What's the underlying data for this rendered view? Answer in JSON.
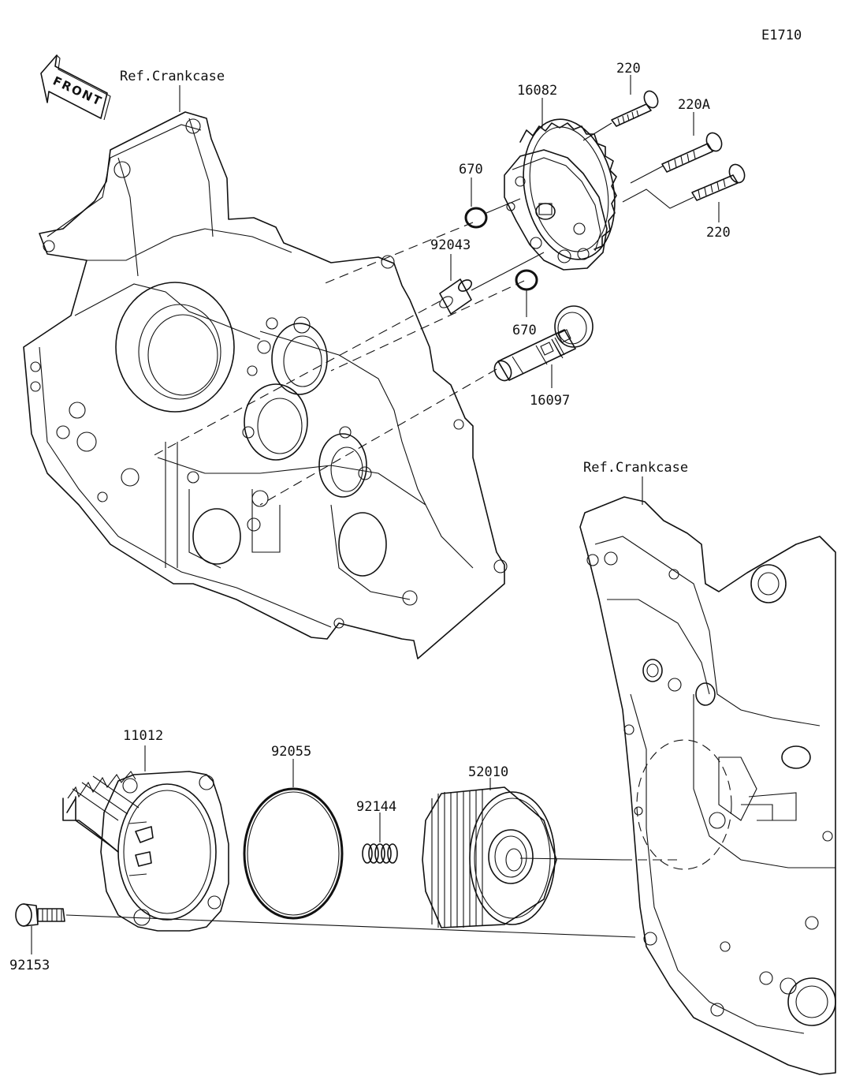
{
  "diagram_code": "E1710",
  "front_label": "FRONT",
  "refs": {
    "upper_crankcase": "Ref.Crankcase",
    "lower_crankcase": "Ref.Crankcase"
  },
  "parts": {
    "p16082": "16082",
    "p220_top": "220",
    "p220A": "220A",
    "p220_bottom": "220",
    "p670_top": "670",
    "p670_bottom": "670",
    "p92043": "92043",
    "p16097": "16097",
    "p11012": "11012",
    "p92055": "92055",
    "p92144": "92144",
    "p52010": "52010",
    "p92153": "92153"
  }
}
